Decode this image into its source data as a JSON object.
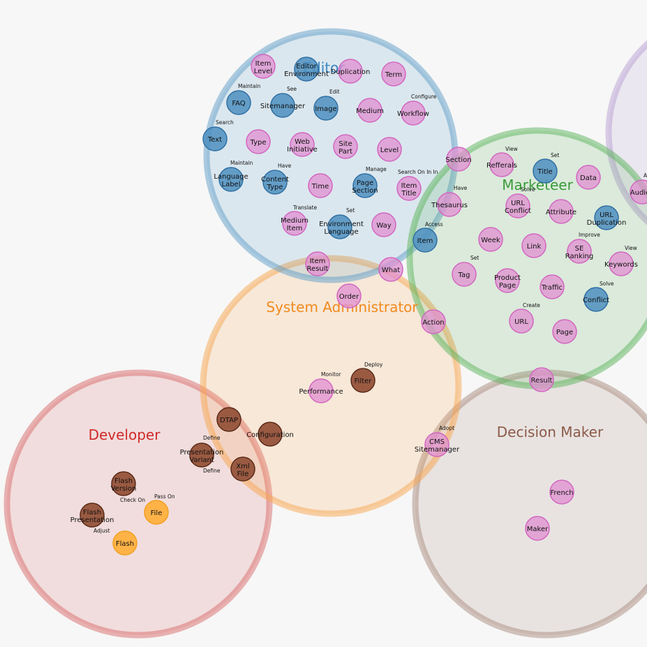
{
  "colors": {
    "editor": "#5f9ec8",
    "marketeer": "#5cb35c",
    "system_administrator": "#f7a64f",
    "developer": "#d96a6a",
    "decision_maker": "#a98c80",
    "audience_role": "#b9a0d4",
    "node_pink": "#e08fd0",
    "node_blue": "#4e8fc0",
    "node_brown": "#9a5a42",
    "node_orange": "#ffb347"
  },
  "roles": [
    {
      "id": "editor",
      "label": "Editor",
      "color": "#5f9ec8",
      "text_color": "#3a87c2"
    },
    {
      "id": "marketeer",
      "label": "Marketeer",
      "color": "#5cb35c",
      "text_color": "#3a9a3a"
    },
    {
      "id": "system_administrator",
      "label": "System Administrator",
      "color": "#f7a64f",
      "text_color": "#f28a1e"
    },
    {
      "id": "developer",
      "label": "Developer",
      "color": "#d96a6a",
      "text_color": "#d02a2a"
    },
    {
      "id": "decision_maker",
      "label": "Decision Maker",
      "color": "#a98c80",
      "text_color": "#8c5a48"
    },
    {
      "id": "audience_role",
      "label": "",
      "color": "#b9a0d4",
      "text_color": "#7a5aa8"
    }
  ],
  "nodes": [
    {
      "lines": [
        "Item",
        "Level"
      ],
      "kind": "pink"
    },
    {
      "lines": [
        "Editor",
        "Environment"
      ],
      "kind": "blue"
    },
    {
      "lines": [
        "Duplication"
      ],
      "kind": "pink"
    },
    {
      "lines": [
        "Term"
      ],
      "kind": "pink"
    },
    {
      "lines": [
        "FAQ"
      ],
      "kind": "blue"
    },
    {
      "lines": [
        "Sitemanager"
      ],
      "kind": "blue"
    },
    {
      "lines": [
        "Image"
      ],
      "kind": "blue"
    },
    {
      "lines": [
        "Medium"
      ],
      "kind": "pink"
    },
    {
      "lines": [
        "Workflow"
      ],
      "kind": "pink"
    },
    {
      "lines": [
        "Text"
      ],
      "kind": "blue"
    },
    {
      "lines": [
        "Type"
      ],
      "kind": "pink"
    },
    {
      "lines": [
        "Web",
        "Initiative"
      ],
      "kind": "pink"
    },
    {
      "lines": [
        "Site",
        "Part"
      ],
      "kind": "pink"
    },
    {
      "lines": [
        "Level"
      ],
      "kind": "pink"
    },
    {
      "lines": [
        "Section"
      ],
      "kind": "pink"
    },
    {
      "lines": [
        "Language",
        "Label"
      ],
      "kind": "blue"
    },
    {
      "lines": [
        "Content",
        "Type"
      ],
      "kind": "blue"
    },
    {
      "lines": [
        "Time"
      ],
      "kind": "pink"
    },
    {
      "lines": [
        "Page",
        "Section"
      ],
      "kind": "blue"
    },
    {
      "lines": [
        "Item",
        "Title"
      ],
      "kind": "pink"
    },
    {
      "lines": [
        "Medium",
        "Item"
      ],
      "kind": "pink"
    },
    {
      "lines": [
        "Environment",
        "Language"
      ],
      "kind": "blue"
    },
    {
      "lines": [
        "Way"
      ],
      "kind": "pink"
    },
    {
      "lines": [
        "Refferals"
      ],
      "kind": "pink"
    },
    {
      "lines": [
        "Title"
      ],
      "kind": "blue"
    },
    {
      "lines": [
        "Data"
      ],
      "kind": "pink"
    },
    {
      "lines": [
        "Thesaurus"
      ],
      "kind": "pink"
    },
    {
      "lines": [
        "URL",
        "Conflict"
      ],
      "kind": "pink"
    },
    {
      "lines": [
        "Attribute"
      ],
      "kind": "pink"
    },
    {
      "lines": [
        "URL",
        "Duplication"
      ],
      "kind": "blue"
    },
    {
      "lines": [
        "Audie"
      ],
      "kind": "pink"
    },
    {
      "lines": [
        "Item"
      ],
      "kind": "blue"
    },
    {
      "lines": [
        "Week"
      ],
      "kind": "pink"
    },
    {
      "lines": [
        "Link"
      ],
      "kind": "pink"
    },
    {
      "lines": [
        "SE",
        "Ranking"
      ],
      "kind": "pink"
    },
    {
      "lines": [
        "Keywords"
      ],
      "kind": "pink"
    },
    {
      "lines": [
        "Item",
        "Result"
      ],
      "kind": "pink"
    },
    {
      "lines": [
        "What"
      ],
      "kind": "pink"
    },
    {
      "lines": [
        "Tag"
      ],
      "kind": "pink"
    },
    {
      "lines": [
        "Product",
        "Page"
      ],
      "kind": "pink"
    },
    {
      "lines": [
        "Traffic"
      ],
      "kind": "pink"
    },
    {
      "lines": [
        "Conflict"
      ],
      "kind": "blue"
    },
    {
      "lines": [
        "Order"
      ],
      "kind": "pink"
    },
    {
      "lines": [
        "Action"
      ],
      "kind": "pink"
    },
    {
      "lines": [
        "URL"
      ],
      "kind": "pink"
    },
    {
      "lines": [
        "Page"
      ],
      "kind": "pink"
    },
    {
      "lines": [
        "Performance"
      ],
      "kind": "pink"
    },
    {
      "lines": [
        "Filter"
      ],
      "kind": "brown"
    },
    {
      "lines": [
        "Result"
      ],
      "kind": "pink"
    },
    {
      "lines": [
        "DTAP"
      ],
      "kind": "brown"
    },
    {
      "lines": [
        "Configuration"
      ],
      "kind": "brown"
    },
    {
      "lines": [
        "CMS",
        "Sitemanager"
      ],
      "kind": "pink"
    },
    {
      "lines": [
        "Presentation",
        "Variant"
      ],
      "kind": "brown"
    },
    {
      "lines": [
        "Xml",
        "File"
      ],
      "kind": "brown"
    },
    {
      "lines": [
        "Flash",
        "Version"
      ],
      "kind": "brown"
    },
    {
      "lines": [
        "File"
      ],
      "kind": "orange"
    },
    {
      "lines": [
        "Flash",
        "Presentation"
      ],
      "kind": "brown"
    },
    {
      "lines": [
        "Flash"
      ],
      "kind": "orange"
    },
    {
      "lines": [
        "French"
      ],
      "kind": "pink"
    },
    {
      "lines": [
        "Maker"
      ],
      "kind": "pink"
    }
  ],
  "verbs": [
    "Maintain",
    "See",
    "Edit",
    "Configure",
    "Search",
    "Maintain",
    "Have",
    "Manage",
    "Search On In In",
    "Translate",
    "Set",
    "View",
    "Set",
    "Have",
    "Solve",
    "Access",
    "Improve",
    "Set",
    "View",
    "Create",
    "Solve",
    "Deploy",
    "Monitor",
    "Adopt",
    "Define",
    "Define",
    "Pass On",
    "Check On",
    "Adjust",
    "A"
  ]
}
